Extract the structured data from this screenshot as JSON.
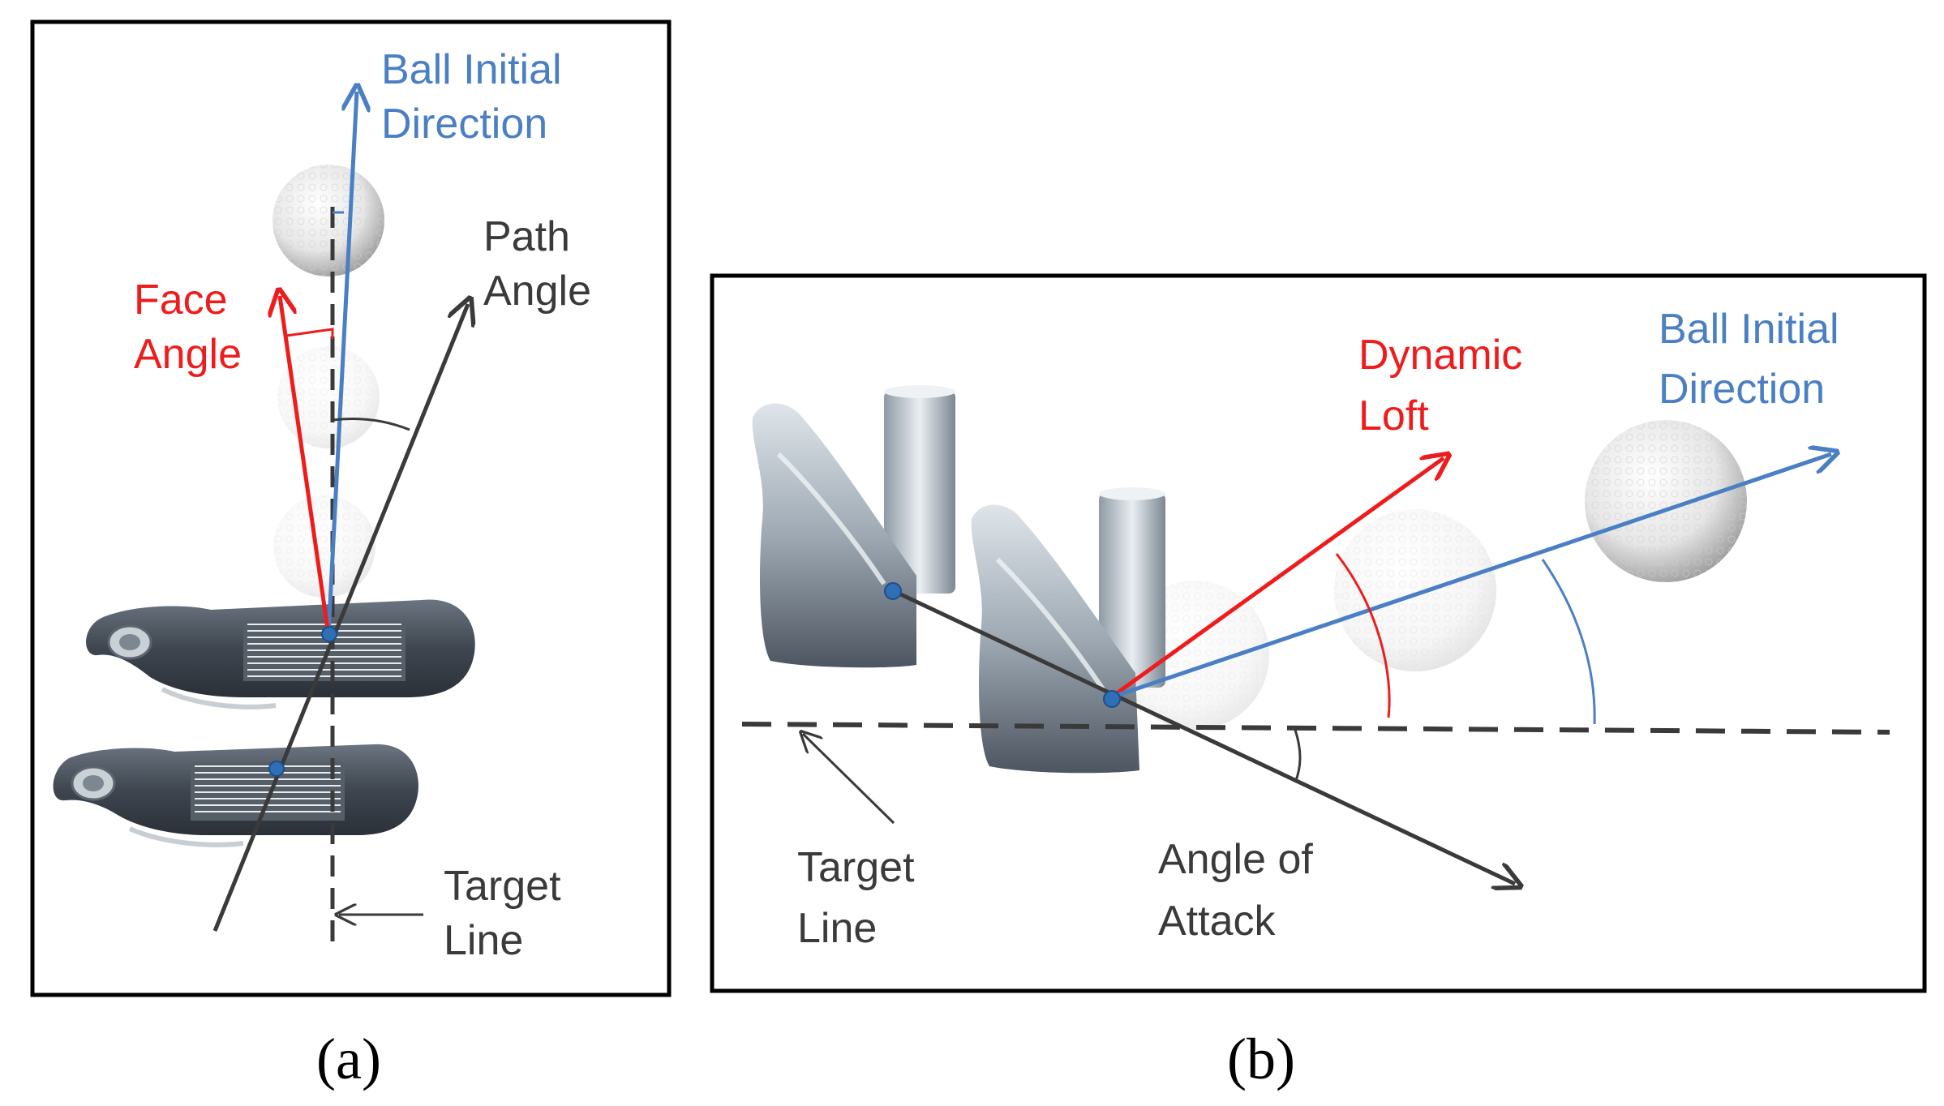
{
  "panel_a": {
    "caption": "(a)",
    "ball_direction_label": [
      "Ball Initial",
      "Direction"
    ],
    "path_angle_label": [
      "Path",
      "Angle"
    ],
    "face_angle_label": [
      "Face",
      "Angle"
    ],
    "target_line_label": [
      "Target",
      "Line"
    ]
  },
  "panel_b": {
    "caption": "(b)",
    "ball_direction_label": [
      "Ball Initial",
      "Direction"
    ],
    "dynamic_loft_label": [
      "Dynamic",
      "Loft"
    ],
    "angle_of_attack_label": [
      "Angle of",
      "Attack"
    ],
    "target_line_label": [
      "Target",
      "Line"
    ]
  },
  "colors": {
    "ball_direction": "#4a7fc4",
    "face_loft": "#ee1c1c",
    "path": "#3a3a3a",
    "frame": "#000000"
  },
  "icons": [
    "golf-ball-icon",
    "iron-clubhead-icon"
  ]
}
